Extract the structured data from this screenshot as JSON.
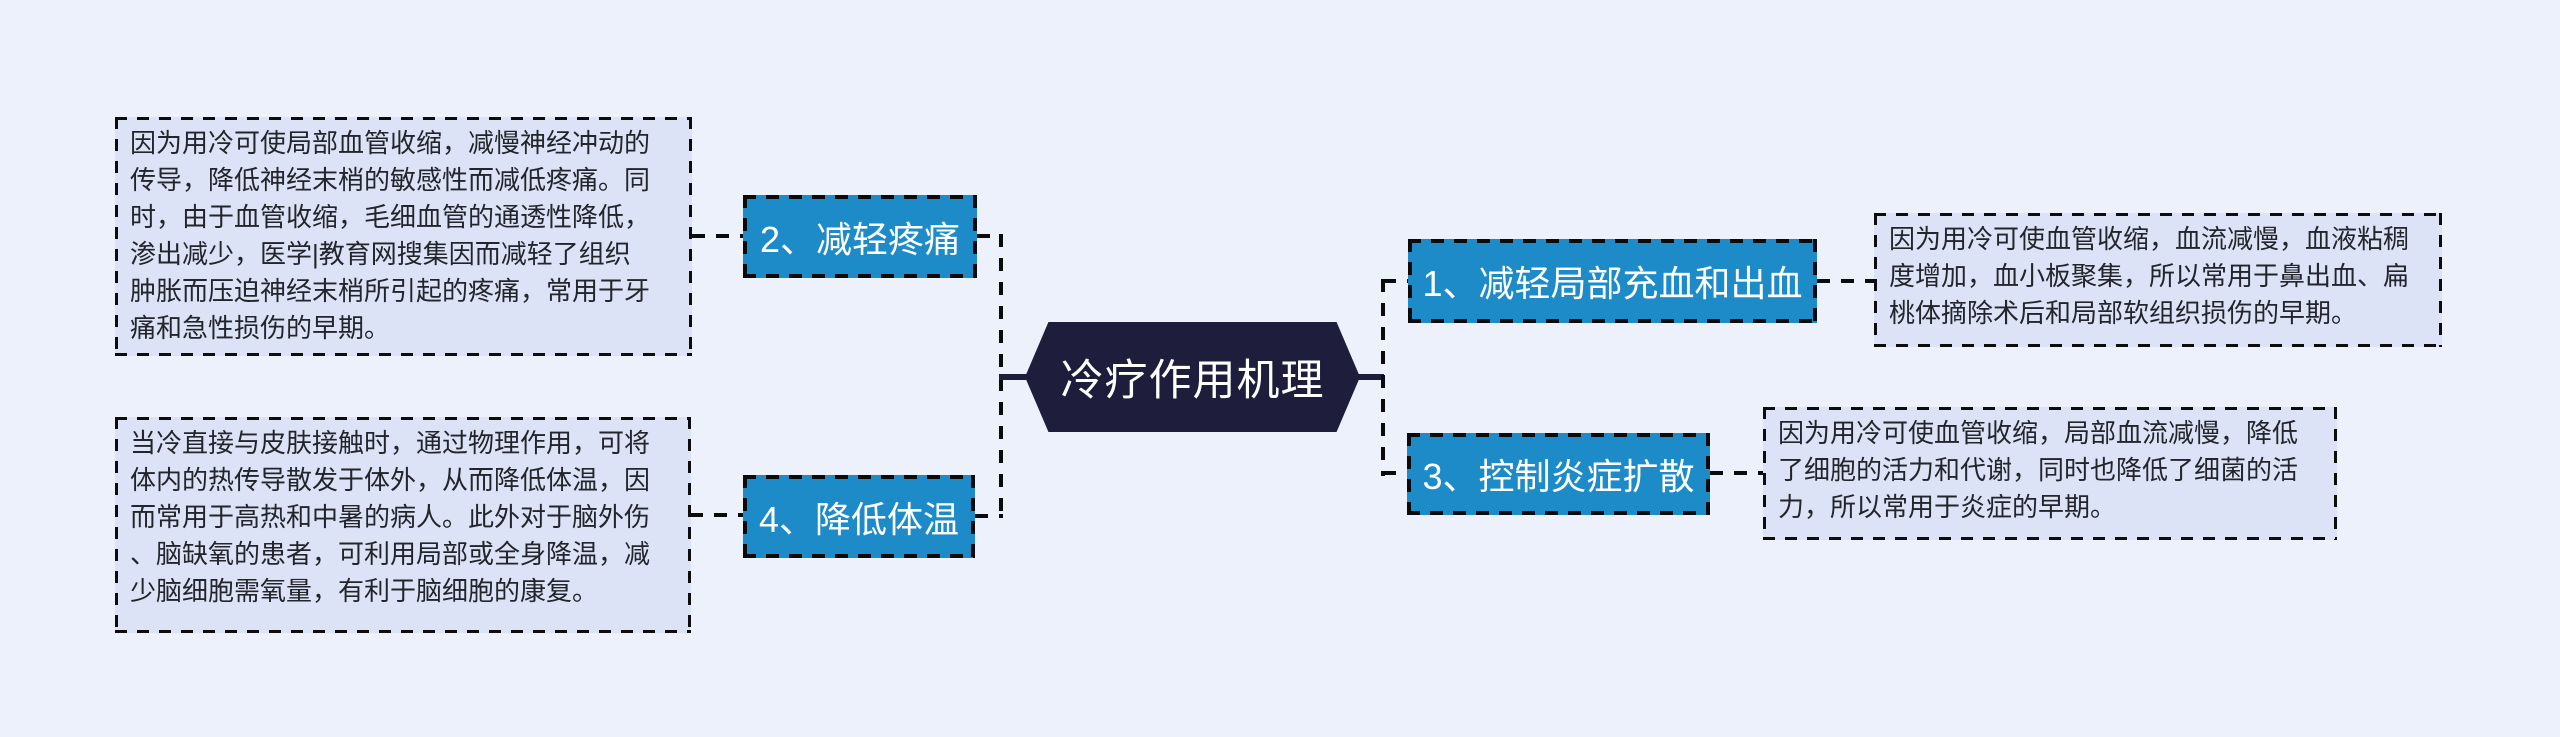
{
  "diagram": {
    "central_topic": "冷疗作用机理",
    "branches": [
      {
        "label": "1、减轻局部充血和出血",
        "description": "因为用冷可使血管收缩，血流减慢，血液粘稠度增加，血小板聚集，所以常用于鼻出血、扁桃体摘除术后和局部软组织损伤的早期。",
        "description_lines": [
          "因为用冷可使血管收缩，血流减慢，血液粘稠",
          "度增加，血小板聚集，所以常用于鼻出血、扁",
          "桃体摘除术后和局部软组织损伤的早期。"
        ]
      },
      {
        "label": "2、减轻疼痛",
        "description": "因为用冷可使局部血管收缩，减慢神经冲动的传导，降低神经末梢的敏感性而减低疼痛。同时，由于血管收缩，毛细血管的通透性降低，渗出减少，医学|教育网搜集因而减轻了组织肿胀而压迫神经末梢所引起的疼痛，常用于牙痛和急性损伤的早期。",
        "description_lines": [
          "因为用冷可使局部血管收缩，减慢神经冲动的",
          "传导，降低神经末梢的敏感性而减低疼痛。同",
          "时，由于血管收缩，毛细血管的通透性降低，",
          "渗出减少，医学|教育网搜集因而减轻了组织",
          "肿胀而压迫神经末梢所引起的疼痛，常用于牙",
          "痛和急性损伤的早期。"
        ]
      },
      {
        "label": "3、控制炎症扩散",
        "description": "因为用冷可使血管收缩，局部血流减慢，降低了细胞的活力和代谢，同时也降低了细菌的活力，所以常用于炎症的早期。",
        "description_lines": [
          "因为用冷可使血管收缩，局部血流减慢，降低",
          "了细胞的活力和代谢，同时也降低了细菌的活",
          "力，所以常用于炎症的早期。"
        ]
      },
      {
        "label": "4、降低体温",
        "description": "当冷直接与皮肤接触时，通过物理作用，可将体内的热传导散发于体外，从而降低体温，因而常用于高热和中暑的病人。此外对于脑外伤、脑缺氧的患者，可利用局部或全身降温，减少脑细胞需氧量，有利于脑细胞的康复。",
        "description_lines": [
          "当冷直接与皮肤接触时，通过物理作用，可将",
          "体内的热传导散发于体外，从而降低体温，因",
          "而常用于高热和中暑的病人。此外对于脑外伤",
          "、脑缺氧的患者，可利用局部或全身降温，减",
          "少脑细胞需氧量，有利于脑细胞的康复。"
        ]
      }
    ],
    "colors": {
      "background": "#ecf1fb",
      "central_fill": "#1e1e3c",
      "central_text": "#ffffff",
      "node_fill": "#1e8bc9",
      "node_text": "#ffffff",
      "note_fill": "#dce3f6",
      "note_text": "#22252b",
      "line": "#0b0b0b"
    }
  }
}
